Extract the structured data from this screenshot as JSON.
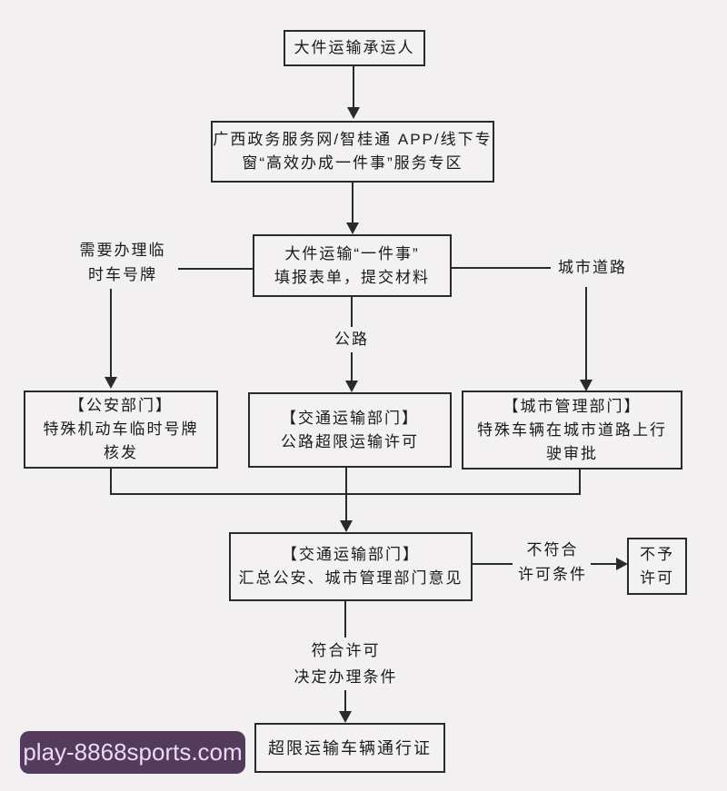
{
  "colors": {
    "background": "#f2f0f0",
    "line": "#2a2a2a",
    "box_border": "#2a2a2a",
    "text": "#1a1a1a",
    "watermark_bg": "#543a5c",
    "watermark_text": "#e9dcf0"
  },
  "nodes": {
    "carrier": {
      "text": "大件运输承运人"
    },
    "portal": {
      "lines": [
        "广西政务服务网/智桂通 APP/线下专",
        "窗“高效办成一件事”服务专区"
      ]
    },
    "one_thing": {
      "lines": [
        "大件运输“一件事”",
        "填报表单，提交材料"
      ]
    },
    "police": {
      "lines": [
        "【公安部门】",
        "特殊机动车临时号牌",
        "核发"
      ]
    },
    "transport": {
      "lines": [
        "【交通运输部门】",
        "公路超限运输许可"
      ]
    },
    "city_mgmt": {
      "lines": [
        "【城市管理部门】",
        "特殊车辆在城市道路上行",
        "驶审批"
      ]
    },
    "summary": {
      "lines": [
        "【交通运输部门】",
        "汇总公安、城市管理部门意见"
      ]
    },
    "deny": {
      "lines": [
        "不予",
        "许可"
      ]
    },
    "permit": {
      "text": "超限运输车辆通行证"
    }
  },
  "edge_labels": {
    "temp_plate": {
      "lines": [
        "需要办理临",
        "时车号牌"
      ]
    },
    "highway": {
      "text": "公路"
    },
    "city_road": {
      "text": "城市道路"
    },
    "not_meet": {
      "lines": [
        "不符合",
        "许可条件"
      ]
    },
    "meet": {
      "lines": [
        "符合许可",
        "决定办理条件"
      ]
    }
  },
  "watermark": {
    "text": "play-8868sports.com"
  }
}
